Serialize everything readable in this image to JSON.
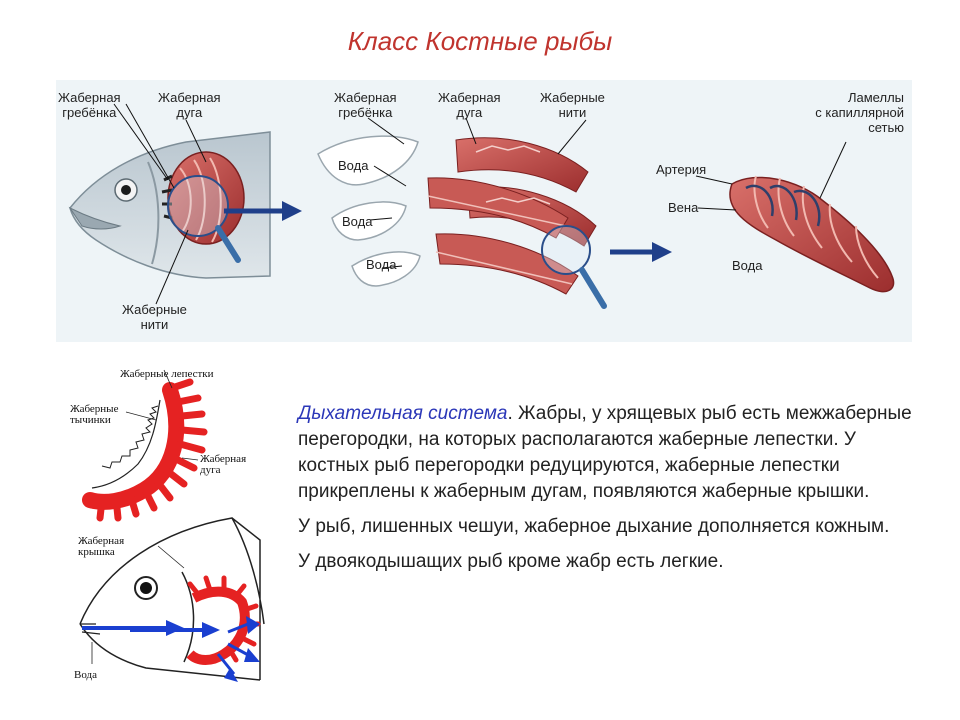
{
  "title": "Класс Костные рыбы",
  "top_diagram": {
    "panel1": {
      "label_comb": "Жаберная\nгребёнка",
      "label_arch": "Жаберная\nдуга",
      "label_filaments": "Жаберные\nнити"
    },
    "panel2": {
      "label_comb": "Жаберная\nгребёнка",
      "label_arch": "Жаберная\nдуга",
      "label_filaments": "Жаберные\nнити",
      "water_1": "Вода",
      "water_2": "Вода",
      "water_3": "Вода"
    },
    "panel3": {
      "label_lamellae": "Ламеллы\nс капиллярной\nсетью",
      "label_artery": "Артерия",
      "label_vein": "Вена",
      "label_water": "Вода"
    }
  },
  "left_diagram": {
    "label_petals": "Жаберные лепестки",
    "label_rakers": "Жаберные\nтычинки",
    "label_arch": "Жаберная\nдуга",
    "label_operculum": "Жаберная\nкрышка",
    "label_water": "Вода"
  },
  "text": {
    "term": "Дыхательная система",
    "p1_rest": ". Жабры, у хрящевых рыб есть межжаберные перегородки, на которых располагаются жаберные лепестки. У костных рыб перегородки редуцируются, жаберные лепестки прикреплены к жаберным дугам, появляются жаберные крышки.",
    "p2": "У рыб, лишенных чешуи, жаберное дыхание дополняется кожным.",
    "p3": "У двоякодышащих рыб кроме жабр есть легкие."
  },
  "colors": {
    "title": "#c0342e",
    "term": "#2b37b8",
    "panel_bg": "#eef4f7",
    "gill_red": "#b83a3a",
    "arrow_blue": "#1f3f8a",
    "petal_red": "#e52222"
  }
}
